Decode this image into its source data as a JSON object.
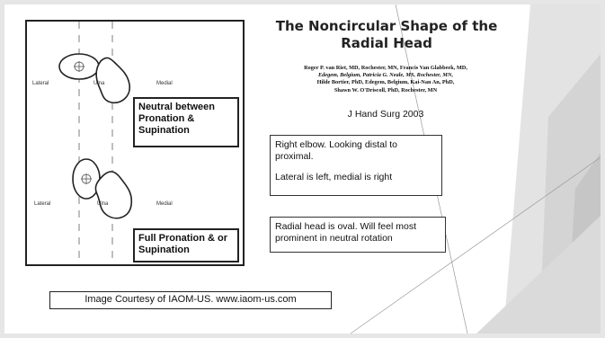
{
  "slide": {
    "title": "The Noncircular Shape of the Radial Head",
    "authors_line1": "Roger P. van Riet, MD, Rochester, MN, Francis Van Glabbeek, MD,",
    "authors_line2": "Edegem, Belgium, Patricia G. Neale, MS, Rochester, MN,",
    "authors_line3": "Hilde Bortier, PhD, Edegem, Belgium, Kai-Nan An, PhD,",
    "authors_line4": "Shawn W. O'Driscoll, PhD, Rochester, MN",
    "journal": "J Hand Surg 2003",
    "note1_line1": "Right elbow.  Looking distal to proximal.",
    "note1_line2": "Lateral is left, medial is right",
    "note2": "Radial head is oval.  Will feel most prominent in neutral rotation",
    "courtesy": "Image Courtesy of IAOM-US.  www.iaom-us.com"
  },
  "figure": {
    "top_lateral": "Lateral",
    "top_ulna": "Ulna",
    "top_medial": "Medial",
    "top_box": "Neutral between Pronation & Supination",
    "bottom_lateral": "Lateral",
    "bottom_ulna": "Ulna",
    "bottom_medial": "Medial",
    "bottom_box": "Full Pronation & or Supination"
  },
  "colors": {
    "background": "#ffffff",
    "decor_gray": "#d9d9d9",
    "decor_dark": "#bfbfbf",
    "text": "#111111"
  }
}
